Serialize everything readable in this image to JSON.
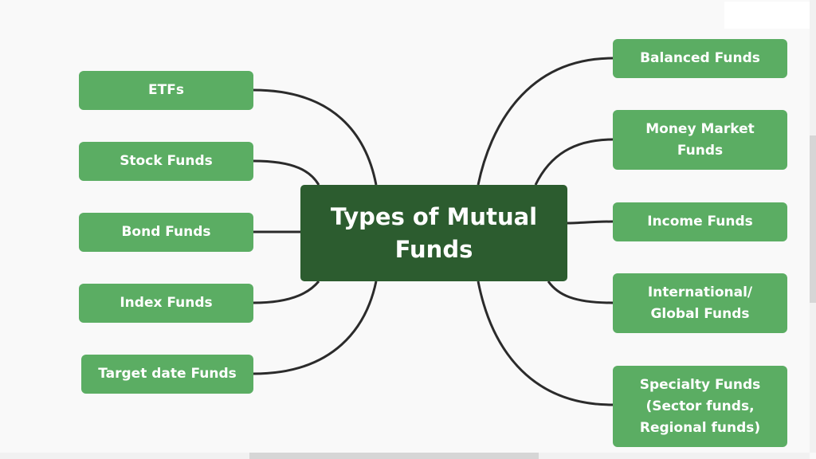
{
  "title": "Types of Mutual Funds",
  "left": [
    "ETFs",
    "Stock Funds",
    "Bond Funds",
    "Index Funds",
    "Target date Funds"
  ],
  "right": [
    "Balanced Funds",
    "Money Market Funds",
    "Income Funds",
    "International/ Global Funds",
    "Specialty Funds (Sector funds, Regional funds)"
  ],
  "colors": {
    "node": "#5bad63",
    "center": "#2c5c2f",
    "connector": "#2b2b2b"
  }
}
